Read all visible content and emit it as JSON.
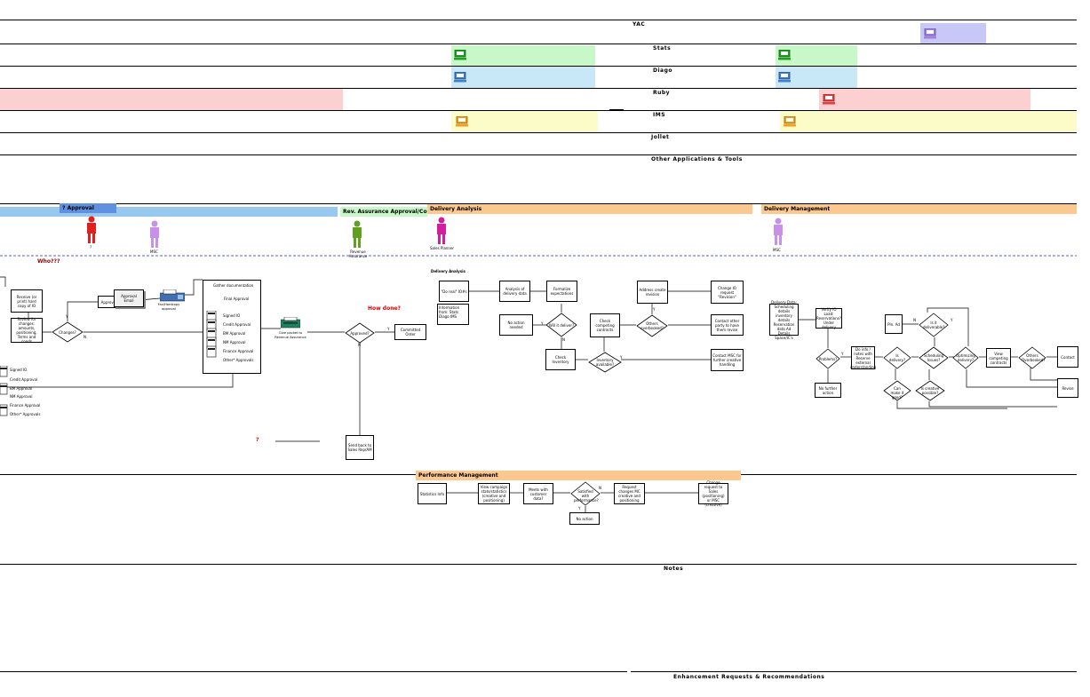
{
  "lanes": {
    "yac": "YAC",
    "stats": "Stats",
    "diago": "Diago",
    "ruby": "Ruby",
    "ims": "IMS",
    "jollet": "Jollet",
    "other": "Other Applications & Tools",
    "notes": "Notes",
    "enhancements": "Enhancement Requests & Recommendations"
  },
  "phases": {
    "approval": "? Approval",
    "rev_assurance": "Rev. Assurance Approval/Comm",
    "delivery_analysis": "Delivery Analysis",
    "delivery_management": "Delivery Management",
    "performance_management": "Performance Management"
  },
  "actors": {
    "q": "?",
    "msc": "MSC",
    "revenue_assurance": "Revenue Assurance",
    "sales_planner": "Sales Planner",
    "msc2": "MSC"
  },
  "annotations": {
    "who": "Who???",
    "how_done": "How done?",
    "question": "?",
    "delivery_analysis_small": "Delivery Analysis"
  },
  "approval": {
    "receive": "Receive (or print) hard copy of IO",
    "review": "Review for changes: amounts, positioning, Terms and conds",
    "changes": "Changes?",
    "approve": "Approve",
    "approval_email": "Approval Email",
    "fax_approval": "Fax/Hardcopy approval",
    "gather_doc": "Gather documentation",
    "final_approval": "Final Approval",
    "signed_io": "Signed IO",
    "credit_approval": "Credit Approval",
    "bm_approval": "BM Approval",
    "nm_approval": "NM Approval",
    "finance_approval": "Finance Approval",
    "other_approvals": "Other* Approvals",
    "left_signed_io": "Signed IO",
    "left_credit": "Credit Approval",
    "left_bm": "BM Approval",
    "left_nm": "NM Approval",
    "left_finance": "Finance Approval",
    "left_other": "Other* Approvals",
    "y": "Y",
    "n": "N"
  },
  "rev": {
    "give_packet": "Give packet to Revenue Assurance",
    "approved": "Approved?",
    "committed": "Committed Order",
    "send_back": "Send back to Sales Rep/AM",
    "y": "Y",
    "n": "N"
  },
  "delivery_analysis": {
    "do_real": "\"Do real\" IO#s",
    "info_from": "Information from: Stats Diago IMS",
    "analysis": "Analysis of delivery data",
    "formalize": "Formalize expectations",
    "will_it_deliver": "Will it deliver?",
    "no_action": "No action needed",
    "check_inventory": "Check Inventory",
    "inventory_available": "Inventory available?",
    "check_competing": "Check competing contracts",
    "others_overbooked": "Others overbooked?",
    "address_create": "Address create revision",
    "change_io": "Change IO request \"Revision\"",
    "contact_other": "Contact other party to have them revise",
    "contact_msc": "Contact MSC for further creative handling",
    "y": "Y",
    "n": "N"
  },
  "delivery_management": {
    "delivery_data": "Delivery Data: Scheduling details inventory details Reservation data Ad Details Space/IC's",
    "verify_io": "Verify IO Load: Reservations? Under delivery",
    "problems": "Problems?",
    "no_further": "No further action",
    "do_info": "Do info / notes with Reserve external understanding",
    "is_delivery": "Is delivery?",
    "scheduling_issues": "Scheduling Issues?",
    "plan_ad": "Pln. Ad",
    "is_it_deliverable": "Is it deliverable?",
    "can_make_good": "Can make it good?",
    "is_creative_possible": "Is creative possible?",
    "optimizing": "Optimizing delivery?",
    "view_competing": "View competing contracts",
    "others_overbooked": "Others Overbooked?",
    "contact": "Contact",
    "revise": "Revise",
    "y": "Y",
    "n": "N"
  },
  "performance": {
    "stats_info": "Statistics Info",
    "view_campaign": "View campaign stats/statistics (creative and positioning)",
    "meets": "Meets with customer data?",
    "satisfied": "Satisfied with performance?",
    "no_action": "No action",
    "request_changes": "Request changes MC creative and positioning",
    "change_request": "Change request to Sales (positioning) or MSC (creative)",
    "y": "Y",
    "n": "N"
  },
  "colors": {
    "yac": "#c8c8f8",
    "stats": "#c8f8c8",
    "diago": "#c8e8f8",
    "ruby": "#fcd0d0",
    "ims": "#fcfcc8",
    "approval_header": "#98c8f0",
    "approval_tag": "#6090e0",
    "rev_header": "#c8f8c8",
    "orange_header": "#fcc890"
  },
  "icons": [
    "computer-icon",
    "person-icon",
    "document-stack-icon",
    "printer-icon",
    "fax-icon"
  ]
}
